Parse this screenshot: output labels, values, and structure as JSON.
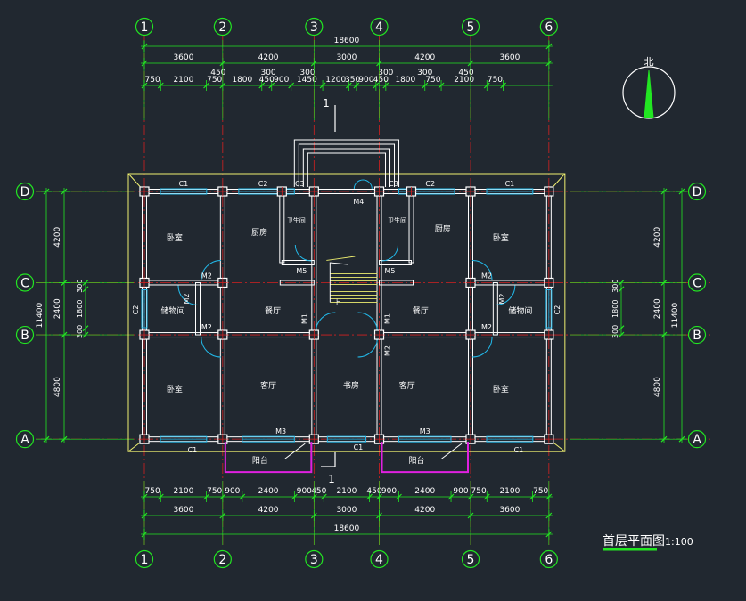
{
  "grid_top": [
    "1",
    "2",
    "3",
    "4",
    "5",
    "6"
  ],
  "grid_bottom": [
    "1",
    "2",
    "3",
    "4",
    "5",
    "6"
  ],
  "grid_left": [
    "D",
    "C",
    "B",
    "A"
  ],
  "grid_right": [
    "D",
    "C",
    "B",
    "A"
  ],
  "dims_top_total": "18600",
  "dims_top_axes": [
    "3600",
    "4200",
    "3000",
    "4200",
    "3600"
  ],
  "dims_top_upper_small": [
    "450",
    "300",
    "300",
    "300",
    "300",
    "450"
  ],
  "dims_top_details": [
    "750",
    "2100",
    "750",
    "1800",
    "450",
    "900",
    "1450",
    "1200",
    "350",
    "900",
    "450",
    "1800",
    "750",
    "2100",
    "750"
  ],
  "dims_bottom_details": [
    "750",
    "2100",
    "750",
    "900",
    "2400",
    "900",
    "450",
    "2100",
    "450",
    "900",
    "2400",
    "900",
    "750",
    "2100",
    "750"
  ],
  "dims_bottom_axes": [
    "3600",
    "4200",
    "3000",
    "4200",
    "3600"
  ],
  "dims_bottom_total": "18600",
  "dims_left_axes": [
    "4200",
    "2400",
    "4800"
  ],
  "dims_left_total": "11400",
  "dims_left_small": [
    "300",
    "1800",
    "300"
  ],
  "dims_right_axes": [
    "4200",
    "2400",
    "4800"
  ],
  "dims_right_total": "11400",
  "dims_right_small": [
    "300",
    "1800",
    "300"
  ],
  "rooms": {
    "bedroom": "卧室",
    "kitchen": "厨房",
    "bathroom": "卫生间",
    "storage": "储物间",
    "dining": "餐厅",
    "living": "客厅",
    "study": "书房",
    "balcony": "阳台",
    "stair_up": "上"
  },
  "doors": {
    "M1": "M1",
    "M2": "M2",
    "M3": "M3",
    "M4": "M4",
    "M5": "M5"
  },
  "windows": {
    "C1": "C1",
    "C2": "C2",
    "C3": "C3"
  },
  "section_mark": "1",
  "north_label": "北",
  "drawing_title": "首层平面图",
  "drawing_scale": "1:100",
  "colors": {
    "background": "#212830",
    "axis": "#d42020",
    "dimension": "#22e622",
    "wall": "#ffffff",
    "column": "#ffffff",
    "window": "#22b8e8",
    "door": "#22b8e8",
    "balcony": "#e020e0",
    "outline": "#f0f070",
    "text": "#ffffff"
  }
}
